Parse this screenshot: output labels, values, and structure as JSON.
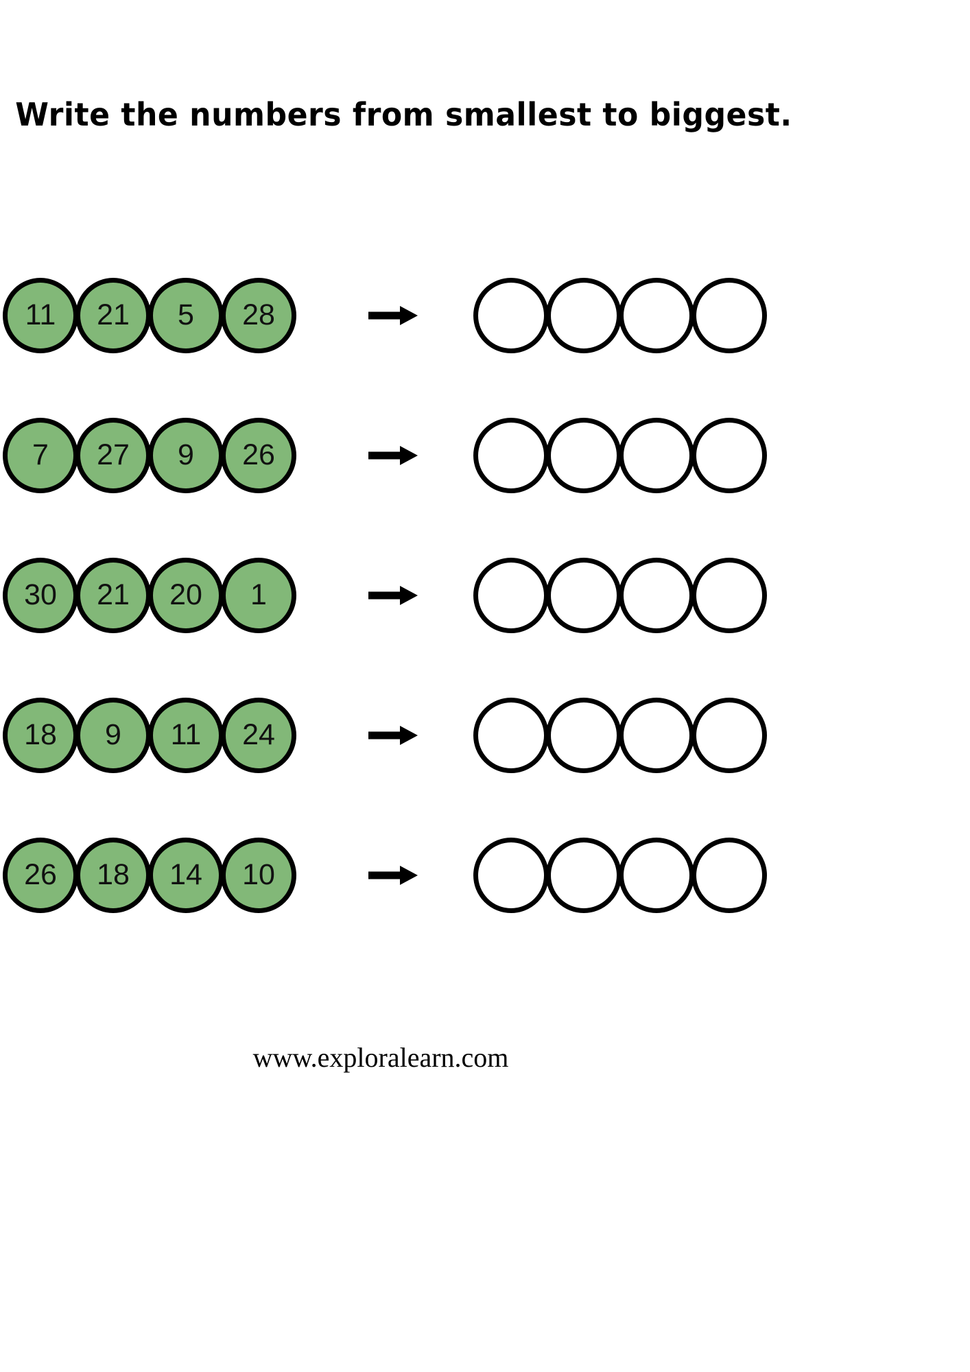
{
  "worksheet": {
    "title": "Write the numbers from smallest to biggest.",
    "footer_url": "www.exploralearn.com",
    "colors": {
      "circle_fill": "#82b878",
      "circle_stroke": "#000000",
      "blank_fill": "#ffffff",
      "text": "#000000",
      "background": "#ffffff"
    },
    "arrow_icon": "arrow-right-icon",
    "blank_circles_per_row": 4,
    "rows": [
      {
        "index": 1,
        "numbers": [
          "11",
          "21",
          "5",
          "28"
        ],
        "answers": [
          "",
          "",
          "",
          ""
        ]
      },
      {
        "index": 2,
        "numbers": [
          "7",
          "27",
          "9",
          "26"
        ],
        "answers": [
          "",
          "",
          "",
          ""
        ]
      },
      {
        "index": 3,
        "numbers": [
          "30",
          "21",
          "20",
          "1"
        ],
        "answers": [
          "",
          "",
          "",
          ""
        ]
      },
      {
        "index": 4,
        "numbers": [
          "18",
          "9",
          "11",
          "24"
        ],
        "answers": [
          "",
          "",
          "",
          ""
        ]
      },
      {
        "index": 5,
        "numbers": [
          "26",
          "18",
          "14",
          "10"
        ],
        "answers": [
          "",
          "",
          "",
          ""
        ]
      }
    ]
  }
}
